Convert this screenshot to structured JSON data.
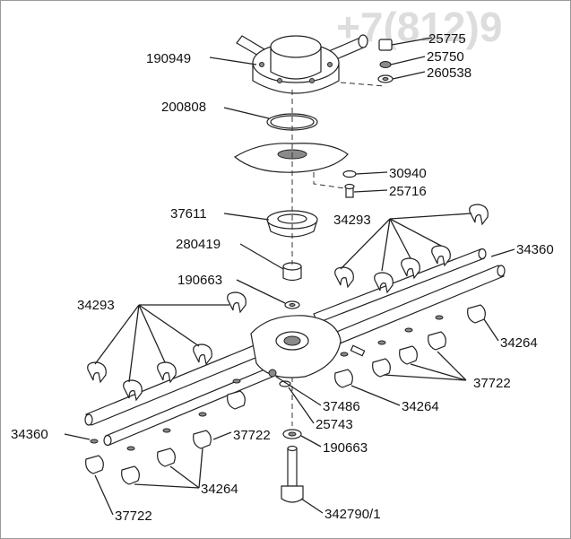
{
  "watermark": "+7(812)9",
  "labels": {
    "p190949": "190949",
    "p200808": "200808",
    "p25775": "25775",
    "p25750": "25750",
    "p260538": "260538",
    "p30940": "30940",
    "p25716": "25716",
    "p37611": "37611",
    "p34293_top": "34293",
    "p34360_right": "34360",
    "p280419": "280419",
    "p190663_top": "190663",
    "p34293_left": "34293",
    "p34264_right": "34264",
    "p37722_right": "37722",
    "p37486": "37486",
    "p34264_mid": "34264",
    "p25743": "25743",
    "p34360_left": "34360",
    "p37722_mid": "37722",
    "p190663_bottom": "190663",
    "p34264_bottom": "34264",
    "p37722_bottom": "37722",
    "p342790": "342790/1"
  }
}
